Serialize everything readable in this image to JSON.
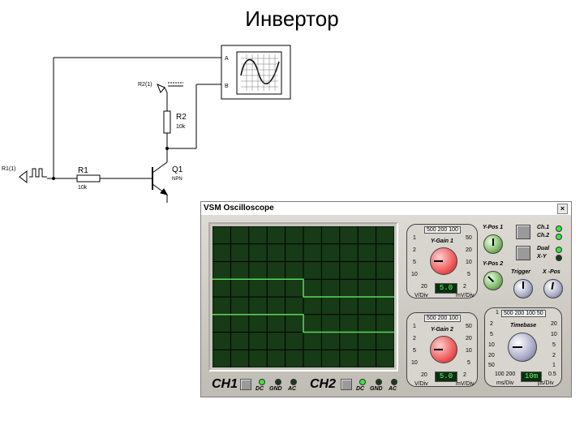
{
  "slide": {
    "title": "Инвертор"
  },
  "schematic": {
    "r1_source": "R1(1)",
    "r1_name": "R1",
    "r1_value": "10k",
    "r2_source": "R2(1)",
    "r2_name": "R2",
    "r2_value": "10k",
    "q1_name": "Q1",
    "q1_type": "NPN",
    "scope_a": "A",
    "scope_b": "B"
  },
  "oscilloscope": {
    "title": "VSM Oscilloscope",
    "close_label": "×",
    "ch1": {
      "label": "CH1",
      "dc": "DC",
      "gnd": "GND",
      "ac": "AC"
    },
    "ch2": {
      "label": "CH2",
      "dc": "DC",
      "gnd": "GND",
      "ac": "AC"
    },
    "ygain1": {
      "title": "Y-Gain 1",
      "top_values": "500 200 100",
      "left_scale": [
        "1",
        "2",
        "5",
        "10",
        "20"
      ],
      "right_scale": [
        "50",
        "20",
        "10",
        "5",
        "2"
      ],
      "readout": "5.0",
      "left_unit": "V/Div",
      "right_unit": "mV/Div"
    },
    "ygain2": {
      "title": "Y-Gain 2",
      "top_values": "500 200 100",
      "left_scale": [
        "1",
        "2",
        "5",
        "10",
        "20"
      ],
      "right_scale": [
        "50",
        "20",
        "10",
        "5",
        "2"
      ],
      "readout": "5.0",
      "left_unit": "V/Div",
      "right_unit": "mV/Div"
    },
    "ypos1_label": "Y-Pos 1",
    "ypos2_label": "Y-Pos 2",
    "modes": {
      "ch1": "Ch.1",
      "ch2": "Ch.2",
      "dual": "Dual",
      "xy": "X-Y"
    },
    "trigger_label": "Trigger",
    "xpos_label": "X -Pos",
    "timebase": {
      "title": "Timebase",
      "top_values": "500 200 100 50",
      "left_scale": [
        "1",
        "2",
        "5",
        "10",
        "20",
        "50"
      ],
      "bottom_left": "100 200",
      "right_scale": [
        "20",
        "10",
        "5",
        "2",
        "1",
        "0.5"
      ],
      "readout": "10m",
      "left_unit": "ms/Div",
      "right_unit": "µs/Div"
    },
    "colors": {
      "screen": "#173a17",
      "grid": "#000000",
      "trace": "#58d958",
      "led_on": "#39e63c"
    }
  }
}
